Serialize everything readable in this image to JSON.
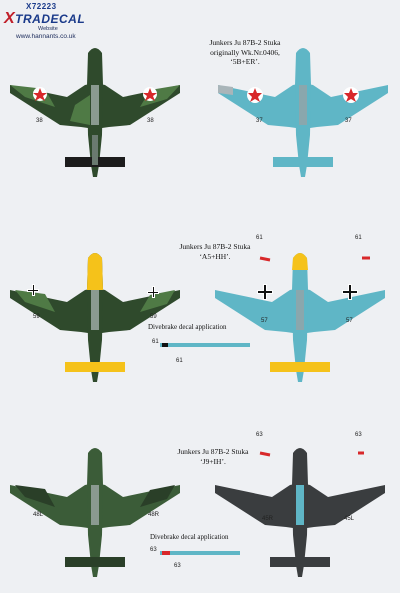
{
  "brand": {
    "code": "X72223",
    "logo": "TRADECAL",
    "logo_prefix": "X",
    "subtitle": "Website",
    "url": "www.hannants.co.uk"
  },
  "schemes": [
    {
      "title_lines": [
        "Junkers Ju 87B-2 Stuka",
        "originally Wk.Nr.0406,",
        "‘5B+ER’."
      ],
      "codes": [
        "38",
        "38",
        "37",
        "37"
      ]
    },
    {
      "title_lines": [
        "Junkers Ju 87B-2 Stuka",
        "‘A5+HH’."
      ],
      "codes": [
        "61",
        "61",
        "59",
        "59",
        "57",
        "57",
        "61",
        "61"
      ],
      "divebrake_label": "Divebrake decal application"
    },
    {
      "title_lines": [
        "Junkers Ju 87B-2 Stuka",
        "‘J9+IH’."
      ],
      "codes": [
        "63",
        "63",
        "48L",
        "48R",
        "45R",
        "45L",
        "63",
        "63"
      ],
      "divebrake_label": "Divebrake decal application"
    }
  ],
  "colors": {
    "camo_dark": "#2f4a2c",
    "camo_light": "#4f7a45",
    "underside_blue": "#5fb6c6",
    "yellow": "#f5c21a",
    "black_green": "#3a3d3f",
    "red": "#d8282a"
  }
}
